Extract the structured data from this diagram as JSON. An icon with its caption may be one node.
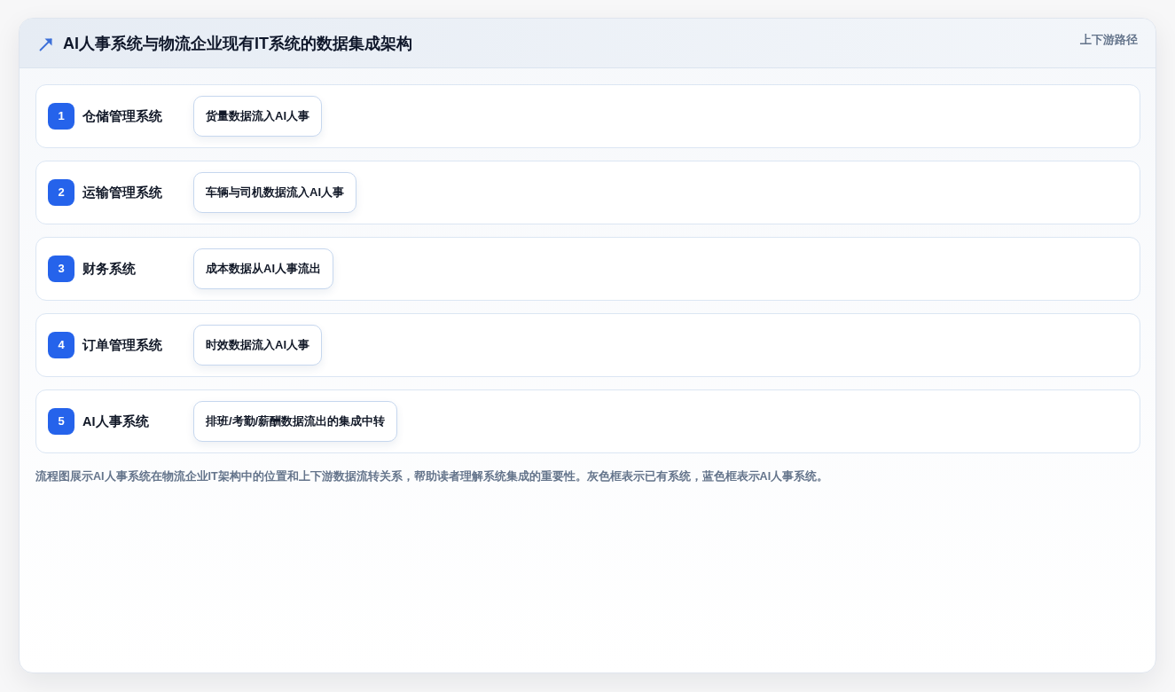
{
  "diagram": {
    "title": "AI人事系统与物流企业现有IT系统的数据集成架构",
    "nodes": [
      {
        "text": [
          "仓储管理系统"
        ]
      },
      {
        "text": [
          "1"
        ],
        "in": 0
      },
      {
        "text": [
          "货量数据流入AI人事"
        ],
        "in": 0
      },
      {
        "text": [
          "运输管理系统"
        ]
      },
      {
        "text": [
          "2"
        ],
        "in": 3
      },
      {
        "text": [
          "车辆与司机数据流入AI人事"
        ],
        "in": 3
      },
      {
        "text": [
          "财务系统"
        ]
      },
      {
        "text": [
          "3"
        ],
        "in": 6
      },
      {
        "text": [
          "成本数据从AI人事流出"
        ],
        "in": 6
      },
      {
        "text": [
          "订单管理系统"
        ]
      },
      {
        "text": [
          "4"
        ],
        "in": 9
      },
      {
        "text": [
          "时效数据流入AI人事"
        ],
        "in": 9
      },
      {
        "text": [
          "AI人事系统"
        ]
      },
      {
        "text": [
          "5"
        ],
        "in": 12
      },
      {
        "text": [
          "排班/考勤/薪酬数据流出的集成中转"
        ],
        "in": 12
      }
    ],
    "labels": [
      "上下游路径"
    ],
    "caption": "流程图展示AI人事系统在物流企业IT架构中的位置和上下游数据流转关系，帮助读者理解系统集成的重要性。灰色框表示已有系统，蓝色框表示AI人事系统。"
  }
}
